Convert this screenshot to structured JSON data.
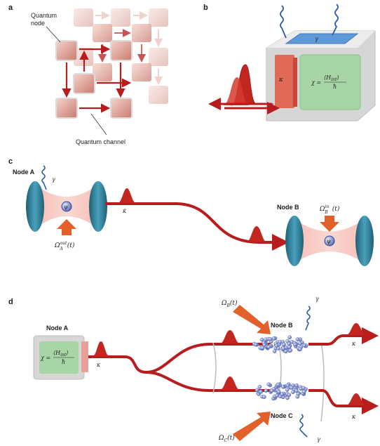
{
  "panels": {
    "a": {
      "letter": "a",
      "node_label_line1": "Quantum",
      "node_label_line2": "node",
      "channel_label": "Quantum channel"
    },
    "b": {
      "letter": "b",
      "gamma": "γ",
      "kappa": "κ",
      "chi_lhs": "χ =",
      "chi_num": "⟨H",
      "chi_num_sub": "int",
      "chi_num_end": "⟩",
      "chi_den": "ħ"
    },
    "c": {
      "letter": "c",
      "node_a": "Node A",
      "node_b": "Node B",
      "gamma": "γ",
      "kappa": "κ",
      "psi": "ψ",
      "omega_a": "Ω",
      "omega_a_sup": "out",
      "omega_a_sub": "A",
      "omega_a_t": "(t)",
      "omega_b": "Ω",
      "omega_b_sup": "in",
      "omega_b_sub": "B",
      "omega_b_t": "(t)"
    },
    "d": {
      "letter": "d",
      "node_a": "Node A",
      "node_b": "Node B",
      "node_c": "Node C",
      "kappa": "κ",
      "gamma": "γ",
      "chi_lhs": "χ =",
      "chi_num": "⟨H",
      "chi_num_sub": "int",
      "chi_num_end": "⟩",
      "chi_den": "ħ",
      "omega_b": "Ω",
      "omega_b_sub": "B",
      "omega_b_t": "(t)",
      "omega_c": "Ω",
      "omega_c_sub": "C",
      "omega_c_t": "(t)"
    }
  },
  "colors": {
    "red_wave": "#b81c1c",
    "cavity_pink": "#f4b6ae",
    "mirror_teal": "#2c7e98",
    "cube_gray": "#d9d9d9",
    "green_face": "#a8d5a6",
    "blue_face": "#5f9ad8",
    "atom_blue": "#6f82c8"
  }
}
